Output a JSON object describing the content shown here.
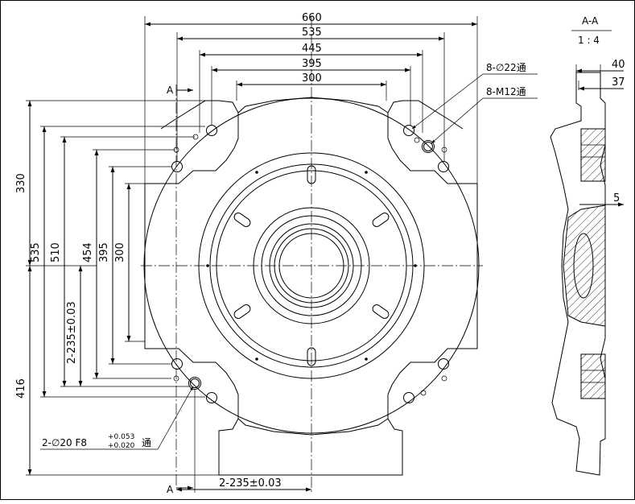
{
  "dimensions": {
    "top": [
      "660",
      "535",
      "445",
      "395",
      "300"
    ],
    "left": [
      "330",
      "535",
      "510",
      "454",
      "395",
      "300"
    ],
    "left_tol": "2-235±0.03",
    "left_bottom": "416",
    "bottom_tol": "2-235±0.03",
    "side": [
      "40",
      "37",
      "5"
    ]
  },
  "notes": {
    "holes_22": "8-∅22通",
    "holes_m12": "8-M12通",
    "hole_fit_main": "2-∅20 F8",
    "hole_fit_upper": "+0.053",
    "hole_fit_lower": "+0.020",
    "hole_fit_suffix": "通"
  },
  "section": {
    "label": "A-A",
    "scale": "1 : 4",
    "marker_top": "A",
    "marker_bottom": "A"
  }
}
